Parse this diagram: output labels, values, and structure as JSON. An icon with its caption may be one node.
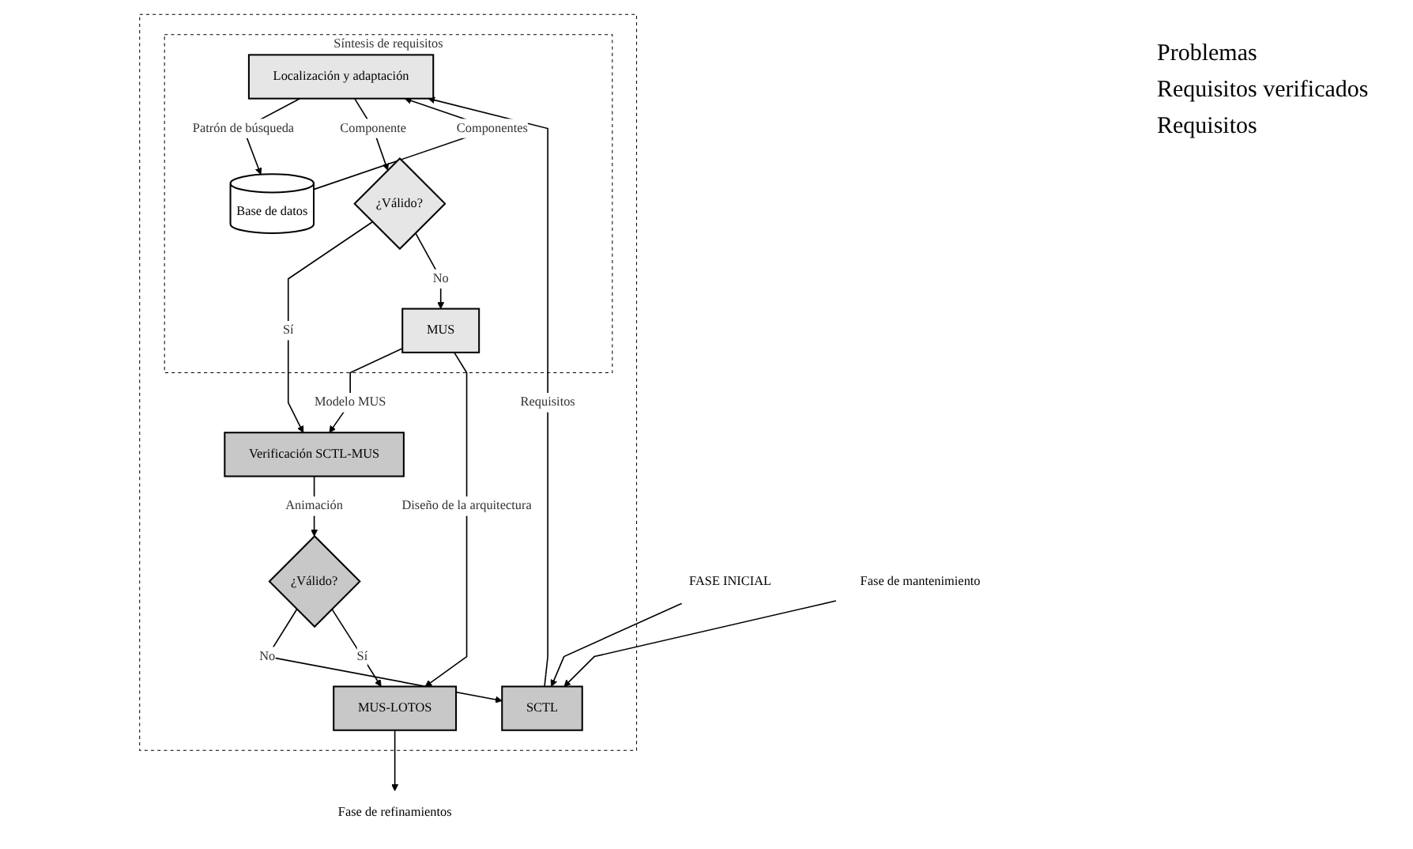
{
  "diagram": {
    "nodes": [
      {
        "text": [],
        "shape": "box"
      },
      {
        "text": [
          "FASE INICIAL"
        ]
      },
      {
        "text": [
          "Síntesis de requisitos"
        ],
        "in": 0
      },
      {
        "text": [
          "SCTL"
        ],
        "in": 0
      },
      {
        "text": [
          "Localización y adaptación"
        ],
        "in": 2
      },
      {
        "text": [
          "Base de datos"
        ],
        "in": 2
      },
      {
        "text": [
          "¿Válido?"
        ],
        "in": 2
      },
      {
        "text": [
          "Verificación SCTL-MUS"
        ],
        "in": 0
      },
      {
        "text": [
          "¿Válido?"
        ],
        "in": 0
      },
      {
        "text": [
          "MUS"
        ],
        "in": 2
      },
      {
        "text": [
          "MUS-LOTOS"
        ],
        "in": 0
      },
      {
        "text": [
          "Fase de refinamientos"
        ]
      },
      {
        "text": [
          "Fase de mantenimiento"
        ]
      }
    ],
    "edges": [
      {
        "from": 1,
        "to": 3,
        "arrow": "to"
      },
      {
        "from": 3,
        "to": 4,
        "arrow": "to",
        "label": "Requisitos"
      },
      {
        "from": 4,
        "to": 5,
        "arrow": "to",
        "label": "Patrón de búsqueda"
      },
      {
        "from": 5,
        "to": 4,
        "arrow": "to",
        "label": "Componentes"
      },
      {
        "from": 4,
        "to": 6,
        "arrow": "to",
        "label": "Componente"
      },
      {
        "from": 6,
        "to": 7,
        "arrow": "to",
        "label": "Sí"
      },
      {
        "from": 6,
        "to": 9,
        "arrow": "to",
        "label": "No"
      },
      {
        "from": 9,
        "to": 7,
        "arrow": "to",
        "label": "Modelo MUS"
      },
      {
        "from": 9,
        "to": 10,
        "arrow": "to",
        "label": "Diseño de la arquitectura"
      },
      {
        "from": 7,
        "to": 8,
        "arrow": "to",
        "label": "Animación"
      },
      {
        "from": 8,
        "to": 3,
        "arrow": "to",
        "label": "No"
      },
      {
        "from": 8,
        "to": 10,
        "arrow": "to",
        "label": "Sí"
      },
      {
        "from": 10,
        "to": 11,
        "arrow": "to"
      },
      {
        "from": 12,
        "to": 3,
        "arrow": "to"
      }
    ],
    "labels": [
      "Problemas",
      "Requisitos verificados",
      "Requisitos"
    ]
  }
}
